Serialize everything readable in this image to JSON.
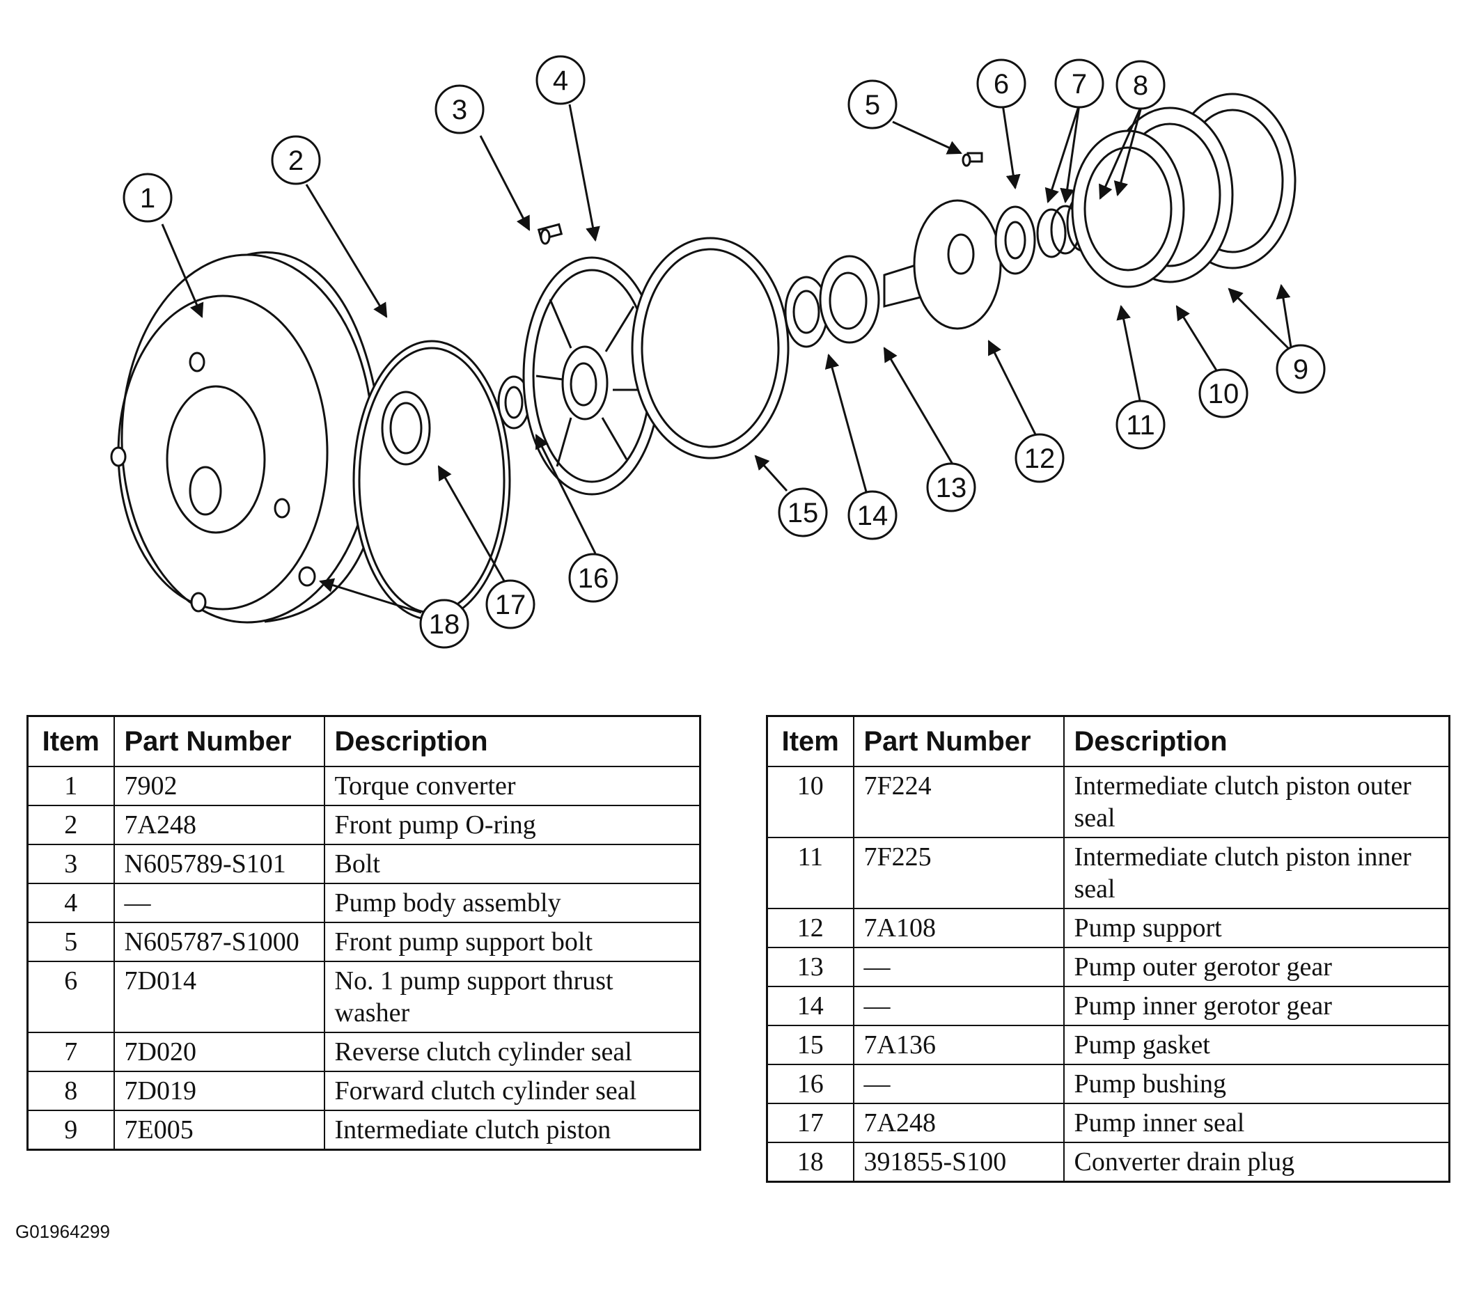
{
  "figure_id": "G01964299",
  "callouts": [
    "1",
    "2",
    "3",
    "4",
    "5",
    "6",
    "7",
    "8",
    "9",
    "10",
    "11",
    "12",
    "13",
    "14",
    "15",
    "16",
    "17",
    "18"
  ],
  "table_left": {
    "headers": [
      "Item",
      "Part Number",
      "Description"
    ],
    "rows": [
      {
        "item": "1",
        "part": "7902",
        "desc": "Torque converter"
      },
      {
        "item": "2",
        "part": "7A248",
        "desc": "Front pump O-ring"
      },
      {
        "item": "3",
        "part": "N605789-S101",
        "desc": "Bolt"
      },
      {
        "item": "4",
        "part": "—",
        "desc": "Pump body assembly"
      },
      {
        "item": "5",
        "part": "N605787-S1000",
        "desc": "Front pump support bolt"
      },
      {
        "item": "6",
        "part": "7D014",
        "desc": "No. 1 pump support thrust washer"
      },
      {
        "item": "7",
        "part": "7D020",
        "desc": "Reverse clutch cylinder seal"
      },
      {
        "item": "8",
        "part": "7D019",
        "desc": "Forward clutch cylinder seal"
      },
      {
        "item": "9",
        "part": "7E005",
        "desc": "Intermediate clutch piston"
      }
    ]
  },
  "table_right": {
    "headers": [
      "Item",
      "Part Number",
      "Description"
    ],
    "rows": [
      {
        "item": "10",
        "part": "7F224",
        "desc": "Intermediate clutch piston outer seal"
      },
      {
        "item": "11",
        "part": "7F225",
        "desc": "Intermediate clutch piston inner seal"
      },
      {
        "item": "12",
        "part": "7A108",
        "desc": "Pump support"
      },
      {
        "item": "13",
        "part": "—",
        "desc": "Pump outer gerotor gear"
      },
      {
        "item": "14",
        "part": "—",
        "desc": "Pump inner gerotor gear"
      },
      {
        "item": "15",
        "part": "7A136",
        "desc": "Pump gasket"
      },
      {
        "item": "16",
        "part": "—",
        "desc": "Pump bushing"
      },
      {
        "item": "17",
        "part": "7A248",
        "desc": "Pump inner seal"
      },
      {
        "item": "18",
        "part": "391855-S100",
        "desc": "Converter drain plug"
      }
    ]
  }
}
